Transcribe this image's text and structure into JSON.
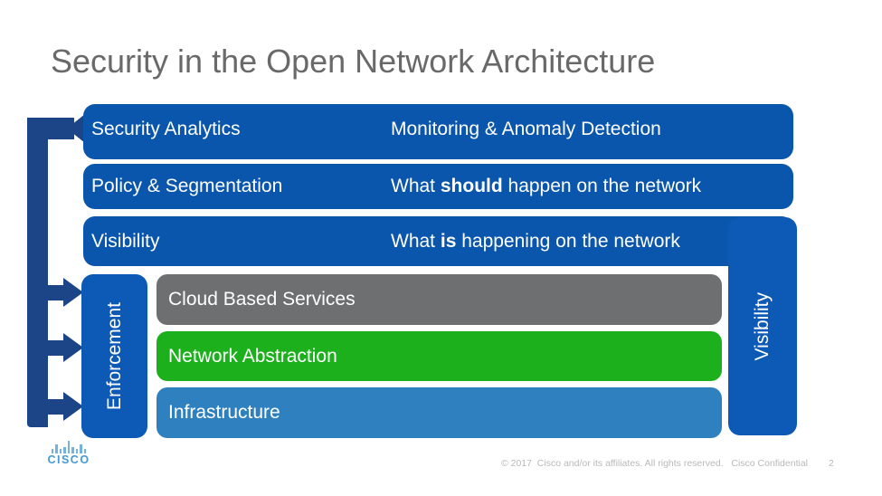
{
  "slide": {
    "title": "Security in the Open Network Architecture",
    "rows": [
      {
        "label": "Security Analytics",
        "desc_prefix": "Monitoring & Anomaly Detection",
        "desc_bold": "",
        "desc_suffix": ""
      },
      {
        "label": "Policy & Segmentation",
        "desc_prefix": "What ",
        "desc_bold": "should",
        "desc_suffix": " happen on the network"
      },
      {
        "label": "Visibility",
        "desc_prefix": "What ",
        "desc_bold": "is",
        "desc_suffix": " happening on the network"
      }
    ],
    "left_vertical_label": "Enforcement",
    "right_vertical_label": "Visibility",
    "layers": [
      {
        "label": "Cloud Based Services",
        "color": "#6E6F71"
      },
      {
        "label": "Network Abstraction",
        "color": "#1CB11C"
      },
      {
        "label": "Infrastructure",
        "color": "#2E80BF"
      }
    ],
    "footer": {
      "copyright": "© 2017  Cisco and/or its affiliates. All rights reserved.   Cisco Confidential",
      "page_number": "2"
    },
    "logo_text": "CISCO",
    "colors": {
      "row_blue": "#0A56AC",
      "vertical_blue": "#0C5AB5",
      "arrow_navy": "#1B4586",
      "title_gray": "#696969",
      "footer_gray": "#B9B9B9",
      "logo_blue": "#459AD5"
    }
  }
}
